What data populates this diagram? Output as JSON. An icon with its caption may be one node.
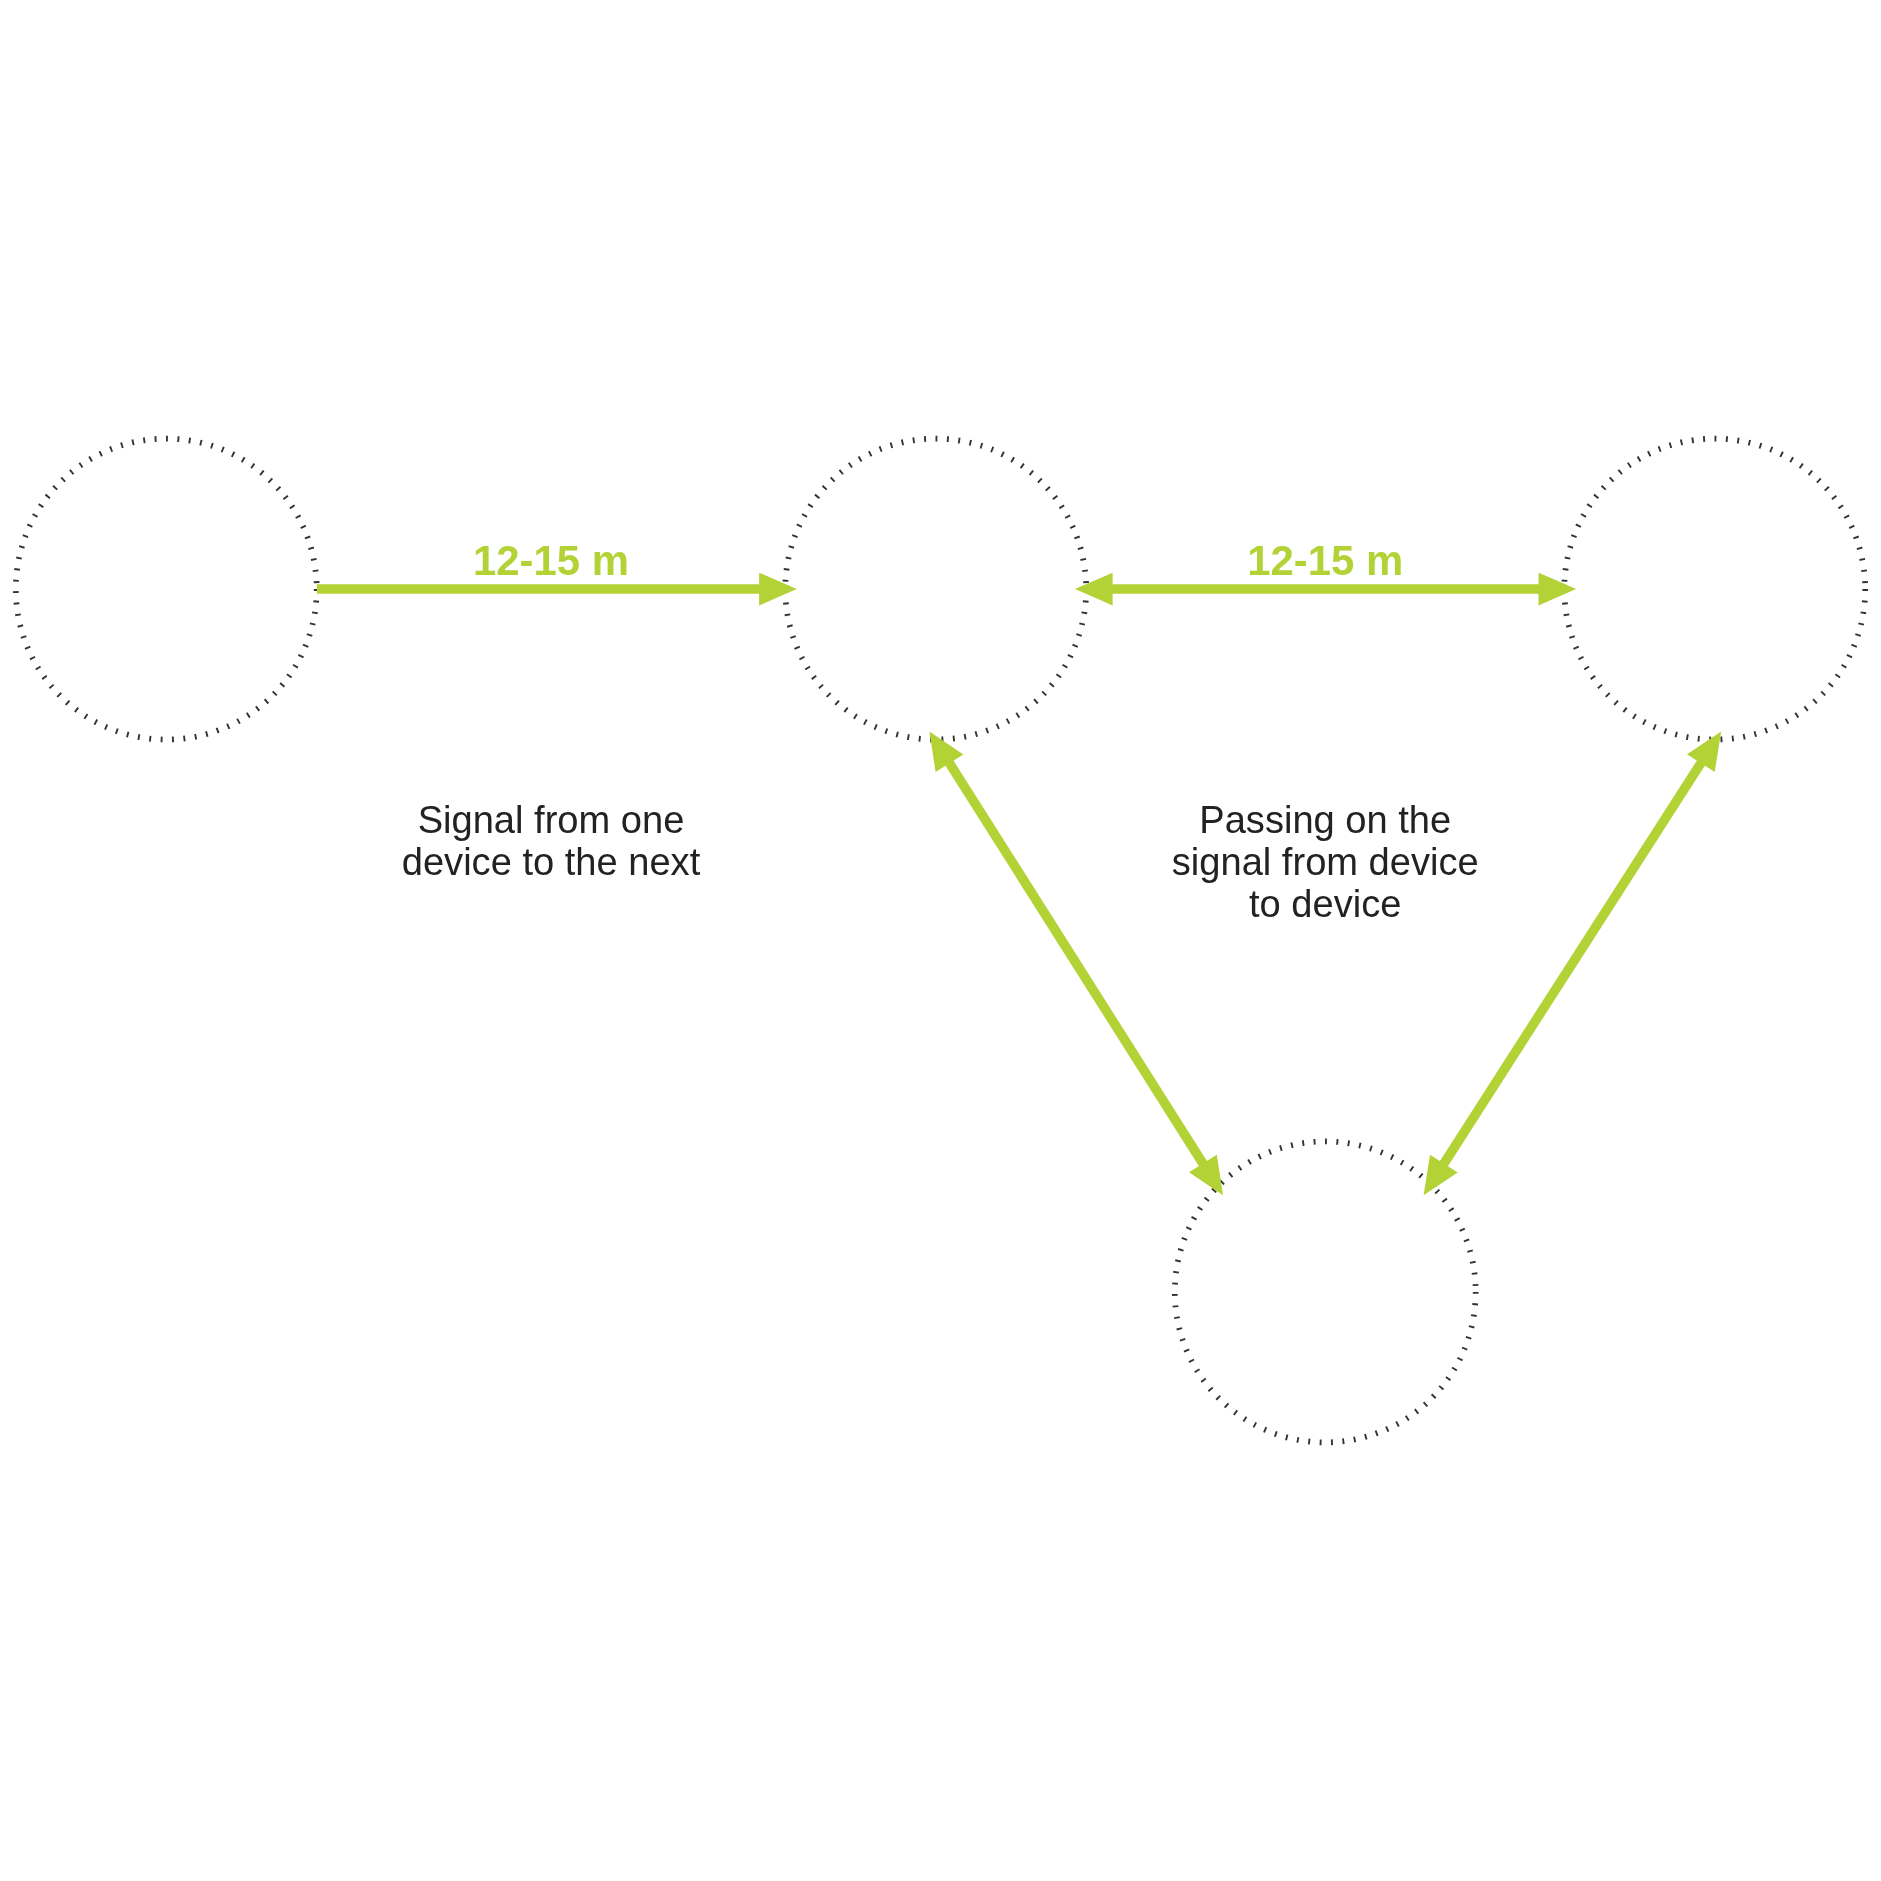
{
  "diagram": {
    "nodes": [
      {
        "text": [],
        "shape": "circle"
      },
      {
        "text": [],
        "shape": "circle"
      },
      {
        "text": [],
        "shape": "circle"
      },
      {
        "text": [],
        "shape": "circle"
      }
    ],
    "edges": [
      {
        "from": 0,
        "to": 1,
        "arrow": "to",
        "label": "12-15 m"
      },
      {
        "from": 1,
        "to": 2,
        "arrow": "both",
        "label": "12-15 m"
      },
      {
        "from": 1,
        "to": 3,
        "arrow": "both"
      },
      {
        "from": 2,
        "to": 3,
        "arrow": "both"
      }
    ],
    "labels": [
      "Signal from one device to the next",
      "Passing on the signal from device to device"
    ]
  }
}
